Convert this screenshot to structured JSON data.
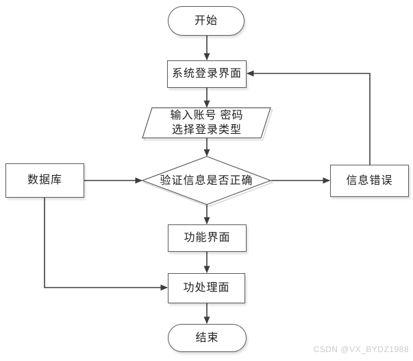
{
  "diagram": {
    "kind": "flowchart",
    "nodes": {
      "start": {
        "type": "terminator",
        "label": "开始"
      },
      "login": {
        "type": "process",
        "label": "系统登录界面"
      },
      "input": {
        "type": "input-output",
        "lines": [
          "输入账号 密码",
          "选择登录类型"
        ]
      },
      "database": {
        "type": "process",
        "label": "数据库"
      },
      "verify": {
        "type": "decision",
        "label": "验证信息是否正确"
      },
      "error": {
        "type": "process",
        "label": "信息错误"
      },
      "function": {
        "type": "process",
        "label": "功能界面"
      },
      "process": {
        "type": "process",
        "label": "功处理面"
      },
      "end": {
        "type": "terminator",
        "label": "结束"
      }
    },
    "edges": [
      {
        "from": "start",
        "to": "login"
      },
      {
        "from": "login",
        "to": "input"
      },
      {
        "from": "input",
        "to": "verify"
      },
      {
        "from": "database",
        "to": "verify"
      },
      {
        "from": "verify",
        "to": "error"
      },
      {
        "from": "verify",
        "to": "function"
      },
      {
        "from": "function",
        "to": "process"
      },
      {
        "from": "database",
        "to": "process"
      },
      {
        "from": "process",
        "to": "end"
      },
      {
        "from": "error",
        "to": "login"
      }
    ],
    "colors": {
      "background": "#ffffff",
      "line": "#3d3d3d",
      "border": "#595959",
      "fill": "#ffffff",
      "text": "#1f1f1f",
      "shadow": "#d9d9d9",
      "watermark": "#cbcbcb"
    }
  },
  "watermark": {
    "text": "CSDN @VX_BYDZ1988"
  }
}
